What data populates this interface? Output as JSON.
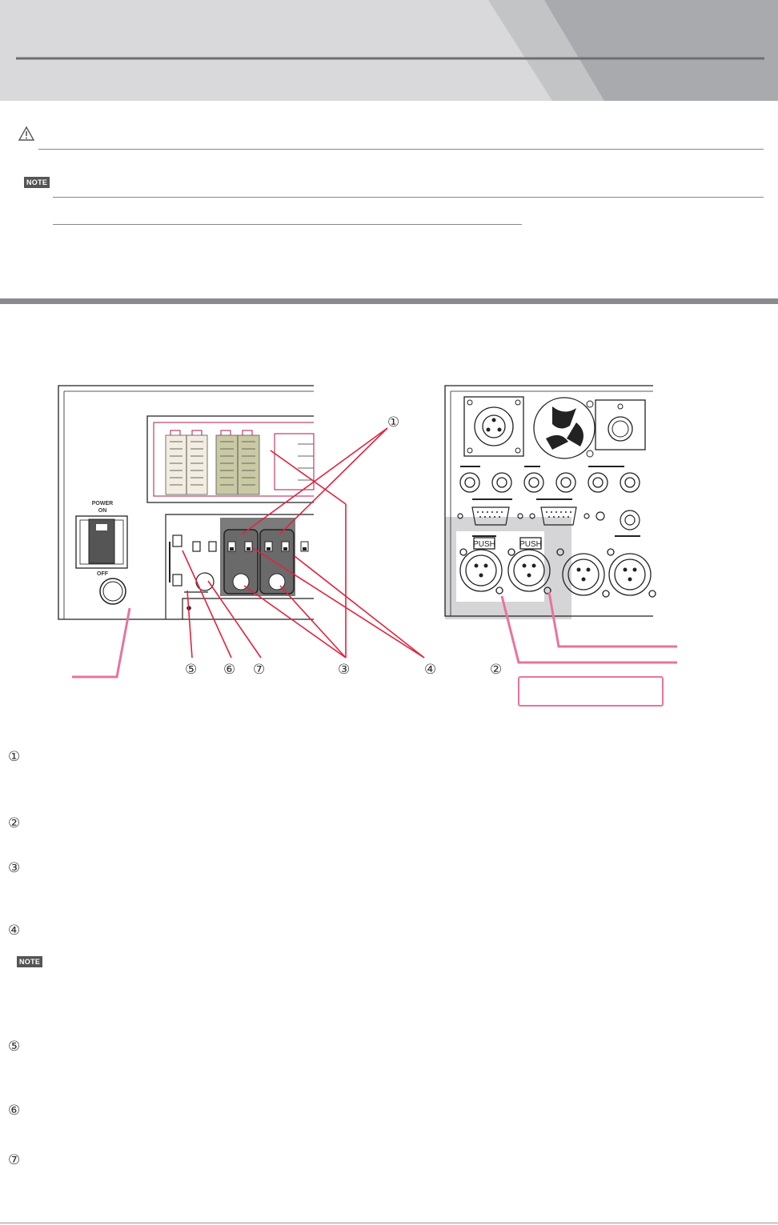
{
  "notes": {
    "badge": "NOTE"
  },
  "markers": {
    "m1": "①",
    "m2": "②",
    "m3": "③",
    "m4": "④",
    "m5": "⑤",
    "m6": "⑥",
    "m7": "⑦"
  },
  "figure": {
    "push_label": "PUSH",
    "power_label_top": "POWER",
    "power_label_on": "ON",
    "power_label_off": "OFF"
  },
  "colors": {
    "accent_pink": "#e8739f",
    "arrow_red": "#e0233f",
    "panel_gray": "#666666"
  },
  "icons": {
    "caution": "warning-triangle-icon"
  }
}
